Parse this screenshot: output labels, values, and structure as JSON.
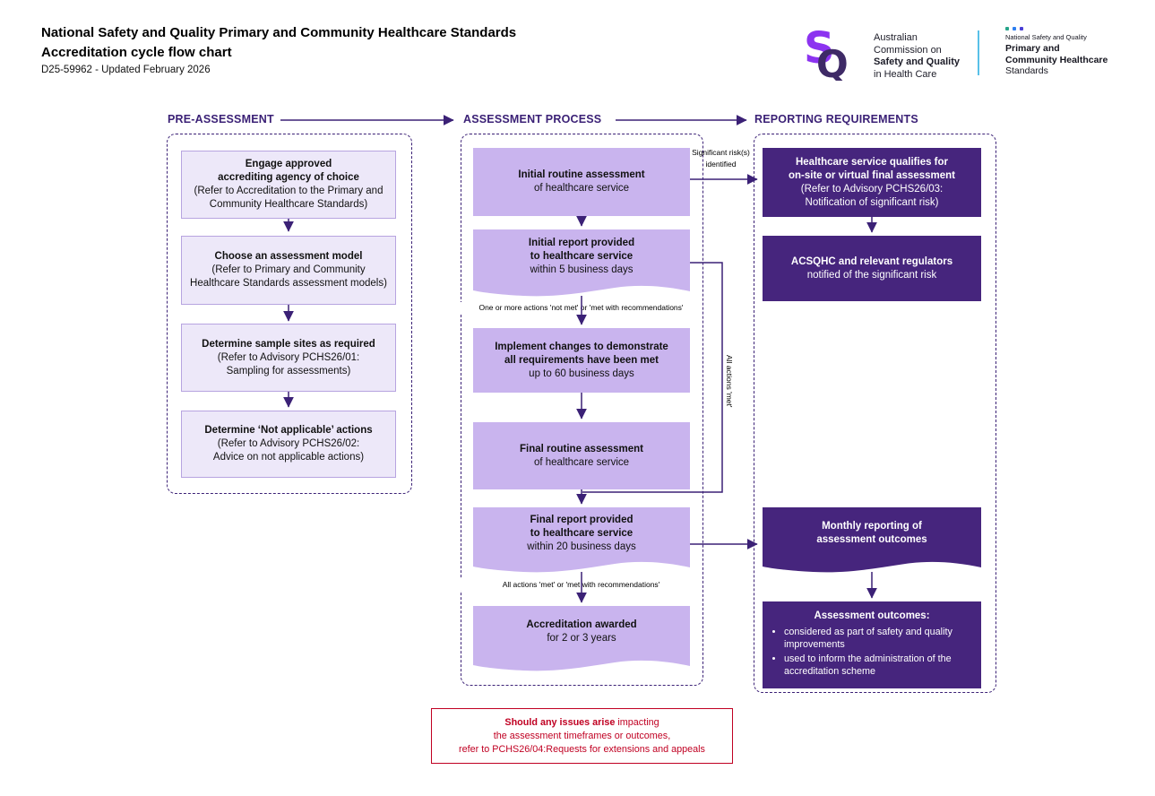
{
  "page": {
    "title_line1": "National Safety and Quality Primary and Community Healthcare Standards",
    "title_line2": "Accreditation cycle flow chart",
    "doc_ref": "D25-59962 - Updated February 2026"
  },
  "logo_acsqhc": {
    "mark_s": "S",
    "mark_q": "Q",
    "line1": "Australian",
    "line2": "Commission on",
    "line3": "Safety and Quality",
    "line4": "in Health Care"
  },
  "logo_standards": {
    "eyebrow": "National Safety and Quality",
    "bold1": "Primary and",
    "bold2": "Community Healthcare",
    "line3": "Standards"
  },
  "columns": {
    "pre": {
      "header": "PRE-ASSESSMENT",
      "boxes": [
        {
          "title": "Engage approved\naccrediting agency of choice",
          "sub": "(Refer to Accreditation to the Primary and\nCommunity Healthcare Standards)"
        },
        {
          "title": "Choose an assessment model",
          "sub": "(Refer to Primary and Community\nHealthcare Standards assessment models)"
        },
        {
          "title": "Determine sample sites as required",
          "sub": "(Refer to Advisory PCHS26/01:\nSampling for assessments)"
        },
        {
          "title": "Determine ‘Not applicable’ actions",
          "sub": "(Refer to Advisory PCHS26/02:\nAdvice on not applicable actions)"
        }
      ]
    },
    "assessment": {
      "header": "ASSESSMENT PROCESS",
      "boxes": [
        {
          "title": "Initial routine assessment",
          "sub": "of healthcare service"
        },
        {
          "title": "Initial report provided\nto healthcare service",
          "sub": "within 5 business days"
        },
        {
          "title": "Implement changes to demonstrate\nall requirements have been met",
          "sub": "up to 60 business days"
        },
        {
          "title": "Final routine assessment",
          "sub": "of healthcare service"
        },
        {
          "title": "Final report provided\nto healthcare service",
          "sub": "within 20 business days"
        },
        {
          "title": "Accreditation awarded",
          "sub": "for 2 or 3 years"
        }
      ]
    },
    "reporting": {
      "header": "REPORTING REQUIREMENTS",
      "boxes": [
        {
          "title": "Healthcare service qualifies for\non-site or virtual final assessment",
          "sub": "(Refer to Advisory PCHS26/03:\nNotification of significant risk)"
        },
        {
          "title": "ACSQHC and relevant regulators",
          "sub": "notified of the significant risk"
        },
        {
          "title": "Monthly reporting of\nassessment outcomes"
        },
        {
          "title": "Assessment outcomes:",
          "bullets": [
            "considered as part of safety and quality improvements",
            "used to inform the administration of the accreditation scheme"
          ]
        }
      ]
    }
  },
  "connector_labels": {
    "significant_risk": "Significant risk(s)\nidentified",
    "one_or_more_not_met": "One or more actions 'not met' or 'met with recommendations'",
    "all_actions_met_vertical": "All actions 'met'",
    "all_actions_met": "All actions 'met' or 'met with recommendations'"
  },
  "footer_note": {
    "bold": "Should any issues arise",
    "line1_rest": " impacting",
    "line2": "the assessment timeframes or outcomes,",
    "line3": "refer to PCHS26/04:Requests for extensions and appeals"
  },
  "colors": {
    "purple_dark": "#46257d",
    "purple_mid": "#c9b4ee",
    "purple_light": "#ede8f9",
    "line_purple": "#3b2176",
    "red": "#c00022",
    "logo_bright_purple": "#8c33f0",
    "logo_dark_purple": "#3e2a66",
    "divider_blue": "#58c0e8",
    "dot_teal": "#27a58a",
    "dot_blue": "#2d7ff0",
    "dot_indigo": "#4a3fd6"
  }
}
